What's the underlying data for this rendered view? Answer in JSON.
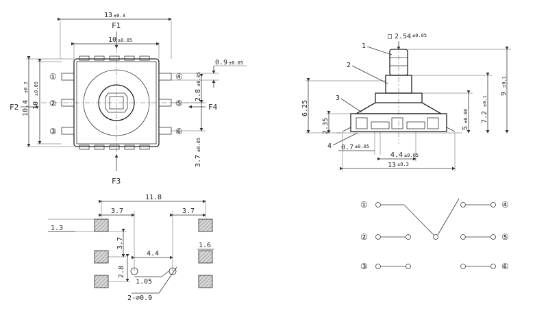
{
  "top_view": {
    "dim_width": "13",
    "dim_width_tol": "±0.3",
    "label_f1": "F1",
    "dim_inner": "10",
    "dim_inner_tol": "±0.05",
    "dim_pin": "0.9",
    "dim_pin_tol": "±0.05",
    "dim_height": "10.4",
    "dim_height_tol": "±0.2",
    "dim_inner_h": "10",
    "dim_inner_h_tol": "±0.05",
    "label_f2": "F2",
    "dim_pitch": "2.8",
    "dim_pitch_tol": "±0.05",
    "label_f4": "F4",
    "dim_lower": "3.7",
    "dim_lower_tol": "±0.05",
    "label_f3": "F3",
    "pin_1": "①",
    "pin_2": "②",
    "pin_3": "③",
    "pin_4": "④",
    "pin_5": "⑤",
    "pin_6": "⑥"
  },
  "side_view": {
    "dim_shaft": "2.54",
    "dim_shaft_tol": "±0.05",
    "part_1": "1",
    "part_2": "2",
    "part_3": "3",
    "part_4": "4",
    "dim_6_25": "6.25",
    "dim_2_35": "2.35",
    "dim_5": "5",
    "dim_5_tol": "±0.08",
    "dim_7_2": "7.2",
    "dim_7_2_tol": "±0.1",
    "dim_9": "9",
    "dim_9_tol": "±0.1",
    "dim_0_7": "0.7",
    "dim_0_7_tol": "±0.05",
    "dim_4_4": "4.4",
    "dim_4_4_tol": "±0.05",
    "dim_13": "13",
    "dim_13_tol": "±0.3"
  },
  "footprint": {
    "dim_11_8": "11.8",
    "dim_3_7_left": "3.7",
    "dim_3_7_right": "3.7",
    "dim_1_3": "1.3",
    "dim_3_7_vert": "3.7",
    "dim_1_6": "1.6",
    "dim_4_4": "4.4",
    "dim_2_8": "2.8",
    "dim_1_05": "1.05",
    "dim_holes": "2-⌀0.9"
  },
  "schematic": {
    "pin_1": "①",
    "pin_2": "②",
    "pin_3": "③",
    "pin_4": "④",
    "pin_5": "⑤",
    "pin_6": "⑥"
  }
}
